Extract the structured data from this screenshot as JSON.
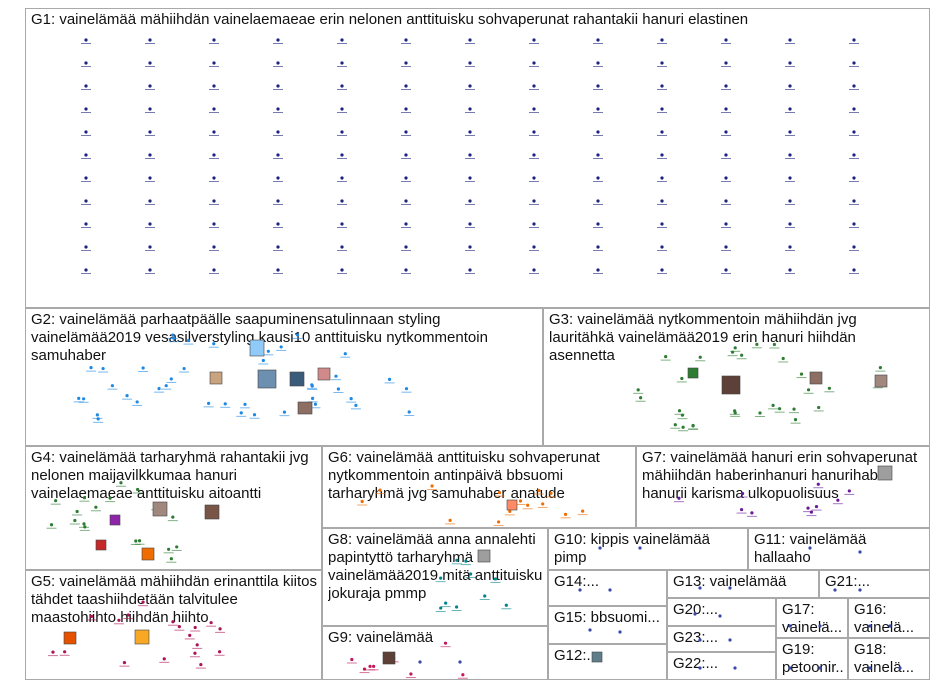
{
  "groups": [
    {
      "id": "G1",
      "label": "G1: vainelämää mähiihdän vainelaemaeae erin nelonen anttituisku sohvaperunat rahantakii hanuri elastinen"
    },
    {
      "id": "G2",
      "label": "G2: vainelämää parhaatpäälle saapuminensatulinnaan styling vainelämää2019 vesasilverstyling kausi10 anttituisku nytkommentoin samuhaber"
    },
    {
      "id": "G3",
      "label": "G3: vainelämää nytkommentoin mähiihdän jvg lauritähkä vainelämää2019 erin hanuri hiihdän asennetta"
    },
    {
      "id": "G4",
      "label": "G4: vainelämää tarharyhmä rahantakii jvg nelonen maijavilkkumaa hanuri vainelaemaeae anttituisku aitoantti"
    },
    {
      "id": "G6",
      "label": "G6: vainelämää anttituisku sohvaperunat nytkommentoin antinpäivä bbsuomi tarharyhmä jvg samuhaber anatude"
    },
    {
      "id": "G7",
      "label": "G7: vainelämää hanuri erin sohvaperunat mähiihdän haberinhanuri hanurihaber hanurii karisma ulkopuolisuus"
    },
    {
      "id": "G5",
      "label": "G5: vainelämää mähiihdän erinanttila kiitos tähdet taashiihdetään talvitulee maastohiihto hiihdän hiihto"
    },
    {
      "id": "G8",
      "label": "G8: vainelämää anna annalehti papintyttö tarharyhmä vainelämää2019 mitä anttituisku jokuraja pmmp"
    },
    {
      "id": "G10",
      "label": "G10: kippis vainelämää pimp"
    },
    {
      "id": "G11",
      "label": "G11: vainelämää hallaaho"
    },
    {
      "id": "G14",
      "label": "G14:..."
    },
    {
      "id": "G13",
      "label": "G13: vainelämää"
    },
    {
      "id": "G21",
      "label": "G21:..."
    },
    {
      "id": "G15",
      "label": "G15: bbsuomi..."
    },
    {
      "id": "G20",
      "label": "G20:..."
    },
    {
      "id": "G17",
      "label": "G17: vainelä..."
    },
    {
      "id": "G16",
      "label": "G16: vainelä..."
    },
    {
      "id": "G23",
      "label": "G23:..."
    },
    {
      "id": "G9",
      "label": "G9: vainelämää"
    },
    {
      "id": "G12",
      "label": "G12:..."
    },
    {
      "id": "G22",
      "label": "G22:..."
    },
    {
      "id": "G19",
      "label": "G19: petoonir..."
    },
    {
      "id": "G18",
      "label": "G18: vainelä..."
    }
  ],
  "colors": {
    "border": "#a9a9a9",
    "edge": "#8a8a8a",
    "edge_strong": "#b23a3a",
    "g1_node": "#1a237e",
    "g2_node": "#1e88e5",
    "g3_node": "#2e7d32",
    "g4_node": "#2e7d32",
    "g5_node": "#ad1457",
    "g6_node": "#ef6c00",
    "g7_node": "#6a1b9a",
    "g8_node": "#00838f",
    "g9_node": "#c2185b",
    "highlight_loop": "#e53935"
  }
}
